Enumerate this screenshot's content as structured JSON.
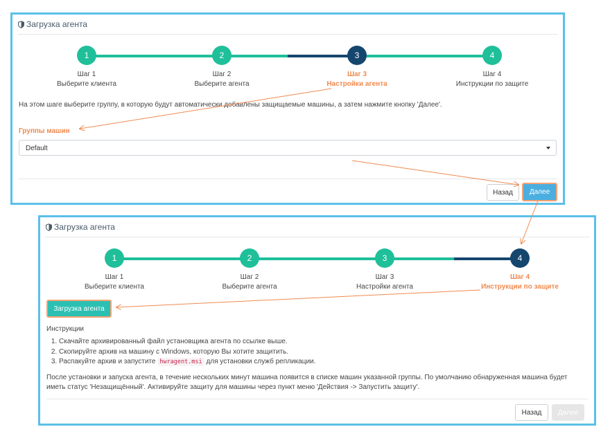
{
  "panel1": {
    "title": "Загрузка агента",
    "steps": [
      {
        "num": "1",
        "title": "Шаг 1",
        "sub": "Выберите клиента"
      },
      {
        "num": "2",
        "title": "Шаг 2",
        "sub": "Выберите агента"
      },
      {
        "num": "3",
        "title": "Шаг 3",
        "sub": "Настройки агента"
      },
      {
        "num": "4",
        "title": "Шаг 4",
        "sub": "Инструкции по защите"
      }
    ],
    "description": "На этом шаге выберите группу, в которую будут автоматически добавлены защищаемые машины, а затем нажмите кнопку 'Далее'.",
    "groups_label": "Группы машин",
    "groups_value": "Default",
    "back_label": "Назад",
    "next_label": "Далее"
  },
  "panel2": {
    "title": "Загрузка агента",
    "steps": [
      {
        "num": "1",
        "title": "Шаг 1",
        "sub": "Выберите клиента"
      },
      {
        "num": "2",
        "title": "Шаг 2",
        "sub": "Выберите агента"
      },
      {
        "num": "3",
        "title": "Шаг 3",
        "sub": "Настройки агента"
      },
      {
        "num": "4",
        "title": "Шаг 4",
        "sub": "Инструкции по защите"
      }
    ],
    "download_label": "Загрузка агента",
    "instructions_title": "Инструкции",
    "instructions": [
      "Скачайте архивированный файл установщика агента по ссылке выше.",
      "Скопируйте архив на машину с Windows, которую Вы хотите защитить.",
      "Распакуйте архив и запустите"
    ],
    "instruction3_code": "hwragent.msi",
    "instruction3_suffix": "для установки служб репликации.",
    "after_text_1": "После установки и запуска агента, в течение нескольких минут машина появится в списке машин указанной группы. По умолчанию обнаруженная машина будет",
    "after_text_2": "иметь статус 'Незащищённый'. Активируйте защиту для машины через пункт меню 'Действия -> Запустить защиту'.",
    "back_label": "Назад",
    "next_label": "Далее"
  },
  "colors": {
    "accent_border": "#5bc0e8",
    "step_done": "#1fbf9a",
    "step_active": "#15466e",
    "highlight": "#f08a50"
  }
}
